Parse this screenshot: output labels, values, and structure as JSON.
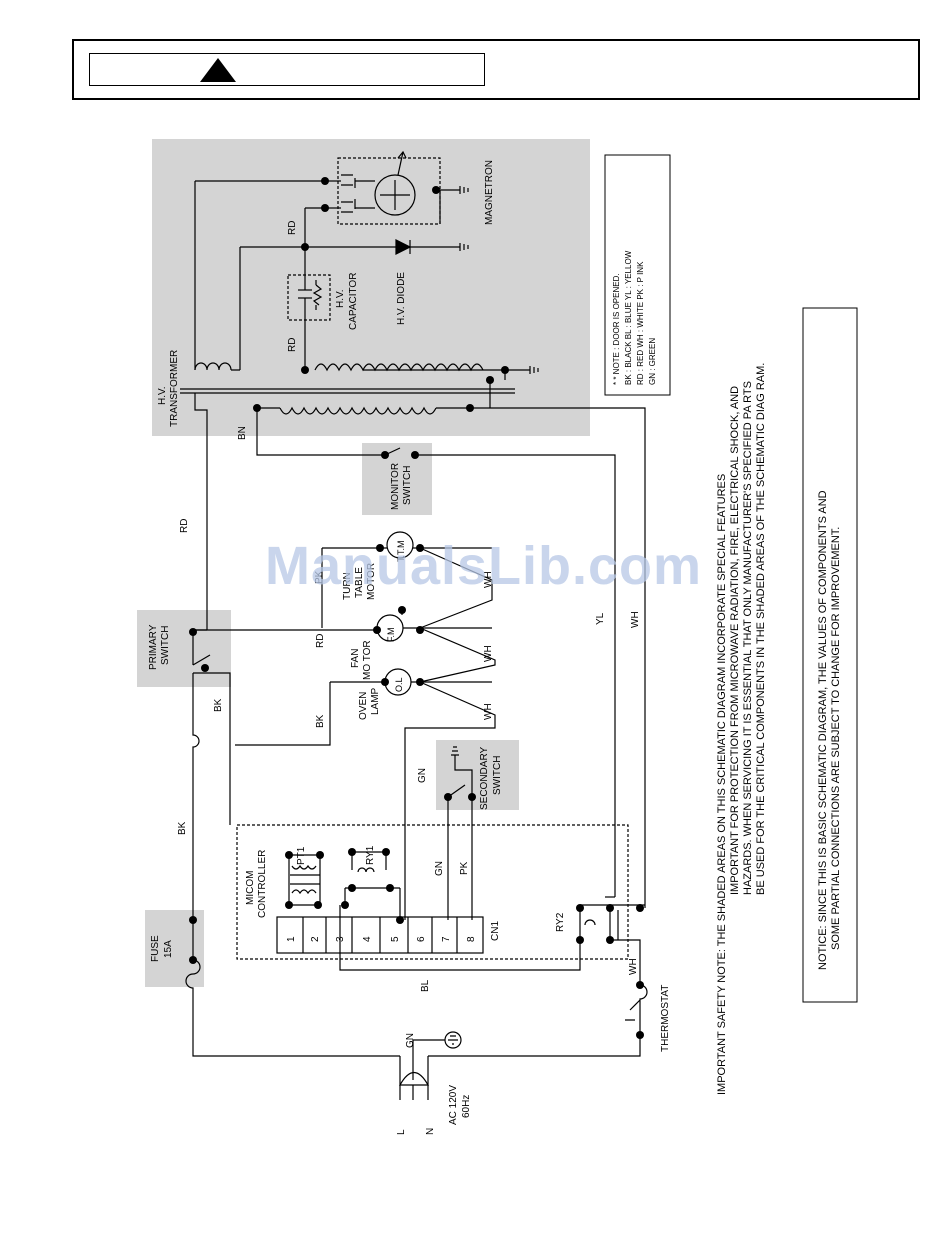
{
  "labels": {
    "hv_transformer": [
      "H.V.",
      "TRANSFORMER"
    ],
    "magnetron": "MAGNETRON",
    "hv_capacitor": [
      "H.V.",
      "CAPACITOR"
    ],
    "hv_diode": "H.V. DIODE",
    "monitor_switch": [
      "MONITOR",
      "SWITCH"
    ],
    "primary_switch": [
      "PRIMARY",
      "SWITCH"
    ],
    "secondary_switch": [
      "SECONDARY",
      "SWITCH"
    ],
    "fuse": [
      "FUSE",
      "15A"
    ],
    "thermostat": "THERMOSTAT",
    "micom_controller": [
      "MICOM",
      "CONTROLLER"
    ],
    "turntable_motor": [
      "TURN",
      "TABLE",
      "MOTOR"
    ],
    "fan_motor": [
      "FAN",
      "MO TOR"
    ],
    "oven_lamp": [
      "OVEN",
      "LAMP"
    ],
    "ttm": "T.T.M",
    "fm": "F.M",
    "ol": "O.L",
    "pt1": "PT1",
    "ry1": "RY1",
    "ry2": "RY2",
    "cn1": "CN1",
    "plug_l": "L",
    "plug_n": "N",
    "ac_supply": [
      "AC 120V",
      "60Hz"
    ]
  },
  "terminals": [
    "1",
    "2",
    "3",
    "4",
    "5",
    "6",
    "7",
    "8"
  ],
  "wire_labels": {
    "rd_top": "RD",
    "rd_lower": "RD",
    "rd_main": "RD",
    "rd_fan": "RD",
    "bn": "BN",
    "bk_primary": "BK",
    "bk_lamp": "BK",
    "bk_fuse": "BK",
    "pk_ttm": "PK",
    "pk_cn": "PK",
    "wh_ttm": "WH",
    "wh_fan": "WH",
    "wh_lamp": "WH",
    "wh_right": "WH",
    "wh_thermo": "WH",
    "yl": "YL",
    "gn_sec": "GN",
    "gn_cn": "GN",
    "gn_ground": "GN",
    "bl": "BL"
  },
  "color_note": [
    "* * NOTE : DOOR IS OPENED.",
    "BK : BLACK      BL : BLUE     YL : YELLOW",
    "RD : RED WH : WHITE      PK : P INK",
    "GN : GREEN"
  ],
  "safety_note": [
    "IMPORTANT SAFETY NOTE:  THE SHADED AREAS ON THIS SCHEMATIC DIAGRAM INCORPORATE SPECIAL FEATURES",
    "IMPORTANT FOR PROTECTION FROM MICROWAVE RADIATION,  FIRE,       ELECTRICAL SHOCK,   AND",
    "HAZARDS. WHEN SERVICING IT IS ESSENTIAL THAT ONLY MANUFACTURER'S SPECIFIED PA     RTS",
    "BE USED FOR THE CRITICAL COMPONENTS IN THE SHADED AREAS OF THE SCHEMATIC DIAG    RAM."
  ],
  "notice": [
    "NOTICE: SINCE THIS IS BASIC SCHEMATIC DIAGRAM, THE VALUES OF COMPONENTS AND",
    "SOME PARTIAL CONNECTIONS ARE SUBJECT TO CHANGE FOR IMPROVEMENT."
  ],
  "watermark": "ManualsLib.com",
  "colors": {
    "shade": "#d4d4d4",
    "ink": "#000000",
    "watermark": "#b7c8e6"
  }
}
